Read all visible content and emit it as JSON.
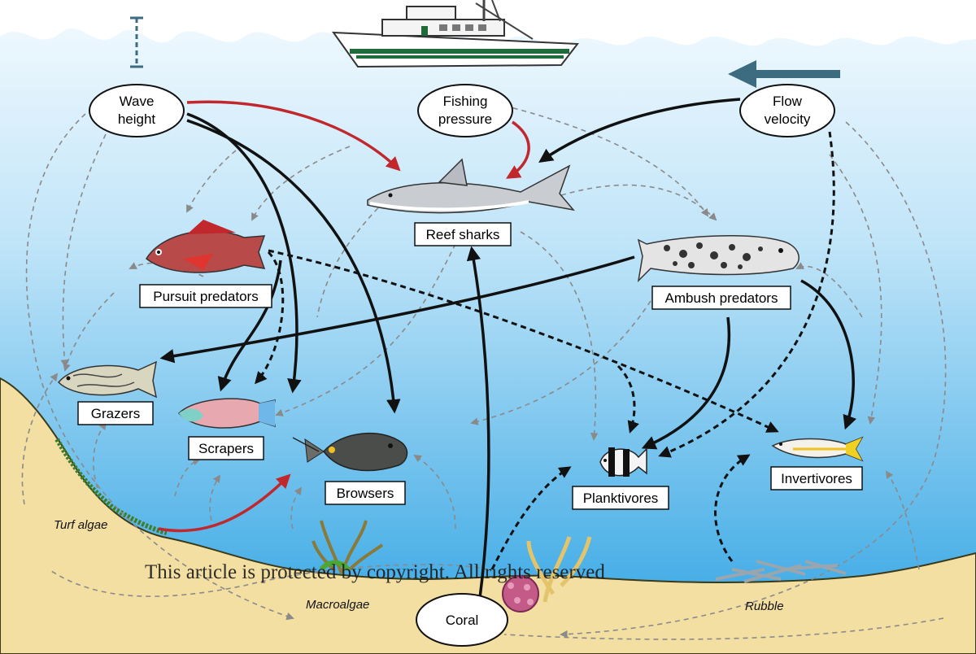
{
  "nodes": {
    "wave_height": [
      "Wave",
      "height"
    ],
    "fishing_pressure": [
      "Fishing",
      "pressure"
    ],
    "flow_velocity": [
      "Flow",
      "velocity"
    ],
    "coral": "Coral"
  },
  "groups": {
    "reef_sharks": "Reef sharks",
    "pursuit_predators": "Pursuit predators",
    "ambush_predators": "Ambush predators",
    "grazers": "Grazers",
    "scrapers": "Scrapers",
    "browsers": "Browsers",
    "planktivores": "Planktivores",
    "invertivores": "Invertivores"
  },
  "habitat": {
    "turf_algae": "Turf algae",
    "macroalgae": "Macroalgae",
    "rubble": "Rubble"
  },
  "watermark": "This article is protected by copyright. All rights reserved",
  "legend_colors": {
    "negative_effect": "#c0282d",
    "positive_effect": "#111111",
    "weak_link": "#8a8a8a",
    "water_top": "#eaf6fd",
    "water_bottom": "#35a7e5",
    "sand": "#f3dfa2",
    "flow_arrow": "#3d6b7f"
  }
}
